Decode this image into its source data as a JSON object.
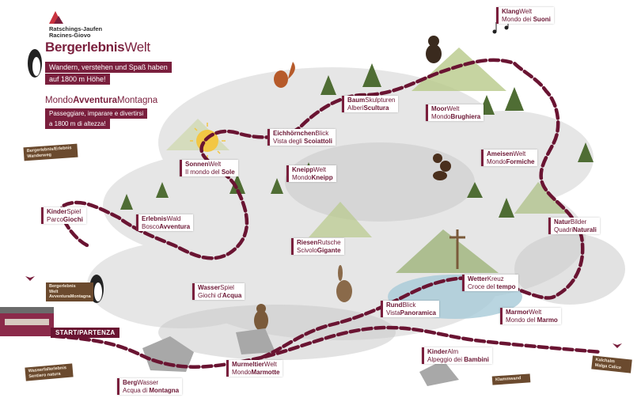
{
  "header": {
    "logo_line1": "Ratschings-Jaufen",
    "logo_line2": "Racines-Giovo",
    "title_de_bold": "Bergerlebnis",
    "title_de_light": "Welt",
    "tagline_de_1": "Wandern, verstehen und Spaß haben",
    "tagline_de_2": "auf 1800 m Höhe!",
    "title_it_light1": "Mondo",
    "title_it_bold": "Avventura",
    "title_it_light2": "Montagna",
    "tagline_it_1": "Passeggiare, imparare e divertirsi",
    "tagline_it_2": "a 1800 m di altezza!"
  },
  "start_label": "START/PARTENZA",
  "stations": [
    {
      "id": "murmeltier",
      "de_a": "Murmeltier",
      "de_b": "Welt",
      "it_a": "Mondo",
      "it_b": "Marmotte"
    },
    {
      "id": "bergwasser",
      "de_a": "Berg",
      "de_b": "Wasser",
      "it_a": "Acqua di ",
      "it_b": "Montagna"
    },
    {
      "id": "wasserspiel",
      "de_a": "Wasser",
      "de_b": "Spiel",
      "it_a": "Giochi d'",
      "it_b": "Acqua"
    },
    {
      "id": "erlebniswald",
      "de_a": "Erlebnis",
      "de_b": "Wald",
      "it_a": "Bosco",
      "it_b": "Avventura"
    },
    {
      "id": "kinderspiel",
      "de_a": "Kinder",
      "de_b": "Spiel",
      "it_a": "Parco",
      "it_b": "Giochi"
    },
    {
      "id": "sonnenwelt",
      "de_a": "Sonnen",
      "de_b": "Welt",
      "it_a": "Il mondo del ",
      "it_b": "Sole"
    },
    {
      "id": "kneippwelt",
      "de_a": "Kneipp",
      "de_b": "Welt",
      "it_a": "Mondo",
      "it_b": "Kneipp"
    },
    {
      "id": "eichhoernchen",
      "de_a": "Eichhörnchen",
      "de_b": "Blick",
      "it_a": "Vista degli ",
      "it_b": "Scoiattoli"
    },
    {
      "id": "baumskulpturen",
      "de_a": "Baum",
      "de_b": "Skulpturen",
      "it_a": "Alberi",
      "it_b": "Scultura"
    },
    {
      "id": "klangwelt",
      "de_a": "Klang",
      "de_b": "Welt",
      "it_a": "Mondo dei ",
      "it_b": "Suoni"
    },
    {
      "id": "moorwelt",
      "de_a": "Moor",
      "de_b": "Welt",
      "it_a": "Mondo",
      "it_b": "Brughiera"
    },
    {
      "id": "ameisenwelt",
      "de_a": "Ameisen",
      "de_b": "Welt",
      "it_a": "Mondo",
      "it_b": "Formiche"
    },
    {
      "id": "naturbilder",
      "de_a": "Natur",
      "de_b": "Bilder",
      "it_a": "Quadri",
      "it_b": "Naturali"
    },
    {
      "id": "riesenrutsche",
      "de_a": "Riesen",
      "de_b": "Rutsche",
      "it_a": "Scivolo",
      "it_b": "Gigante"
    },
    {
      "id": "wetterkreuz",
      "de_a": "Wetter",
      "de_b": "Kreuz",
      "it_a": "Croce del ",
      "it_b": "tempo"
    },
    {
      "id": "rundblick",
      "de_a": "Rund",
      "de_b": "Blick",
      "it_a": "Vista",
      "it_b": "Panoramica"
    },
    {
      "id": "marmorwelt",
      "de_a": "Marmor",
      "de_b": "Welt",
      "it_a": "Mondo del ",
      "it_b": "Marmo"
    },
    {
      "id": "kinderalm",
      "de_a": "Kinder",
      "de_b": "Alm",
      "it_a": "Alpeggio dei ",
      "it_b": "Bambini"
    }
  ],
  "signs": {
    "top_left": "Bergerlebnis/Erlebnis Wanderweg",
    "penguin_line1": "Bergerlebnis",
    "penguin_line2": "Welt",
    "penguin_line3": "Avventura",
    "penguin_line4": "Montagna",
    "bottom_left_a": "Wasserfallerlebnis",
    "bottom_left_b": "Sentiero natura",
    "right_bottom_a": "Kalchalm",
    "right_bottom_b": "Malga Calice",
    "right_mid": "Klammwand"
  },
  "colors": {
    "trail": "#6a1432",
    "accent": "#7a1f3d",
    "water": "#9ec6d6"
  }
}
